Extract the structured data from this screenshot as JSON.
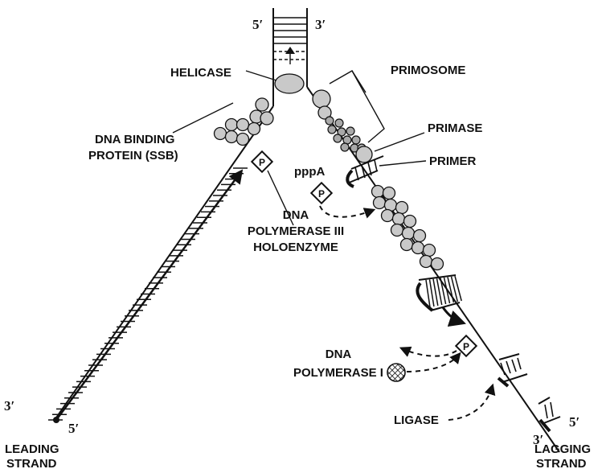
{
  "labels": {
    "helicase": "HELICASE",
    "primosome": "PRIMOSOME",
    "ssb_line1": "DNA BINDING",
    "ssb_line2": "PROTEIN (SSB)",
    "primase": "PRIMASE",
    "pppa": "pppA",
    "primer": "PRIMER",
    "pol3_line1": "DNA",
    "pol3_line2": "POLYMERASE III",
    "pol3_line3": "HOLOENZYME",
    "pol1_line1": "DNA",
    "pol1_line2": "POLYMERASE I",
    "ligase": "LIGASE",
    "leading_line1": "LEADING",
    "leading_line2": "STRAND",
    "lagging_line1": "LAGGING",
    "lagging_line2": "STRAND",
    "phosphate_symbol": "P"
  },
  "ends": {
    "top_left": "5′",
    "top_right": "3′",
    "leading_3": "3′",
    "leading_5": "5′",
    "lagging_3": "3′",
    "lagging_5": "5′"
  }
}
